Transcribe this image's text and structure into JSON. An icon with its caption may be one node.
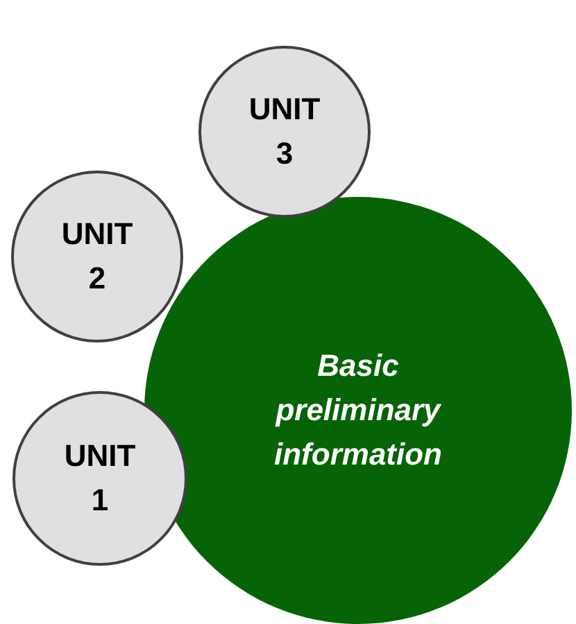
{
  "diagram": {
    "nodes": [
      {
        "text": [
          "UNIT 3"
        ]
      },
      {
        "text": [
          "UNIT 2"
        ]
      },
      {
        "text": [
          "Basic preliminary information"
        ]
      },
      {
        "text": [
          "UNIT 1"
        ]
      }
    ]
  }
}
